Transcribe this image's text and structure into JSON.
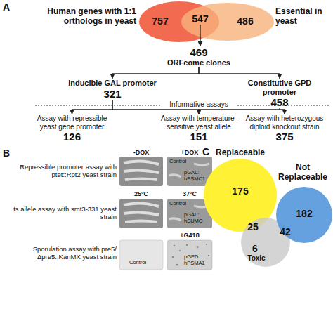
{
  "diagram": {
    "nodes": [
      {
        "text": [
          "Human genes with 1:1 orthologs in yeast",
          "757"
        ]
      },
      {
        "text": [
          "Essential in yeast",
          "486"
        ]
      },
      {
        "text": [
          "547"
        ]
      },
      {
        "text": [
          "469",
          "ORFeome clones"
        ]
      },
      {
        "text": [
          "Inducible GAL promoter",
          "321"
        ]
      },
      {
        "text": [
          "Constitutive GPD promoter",
          "458"
        ]
      },
      {
        "text": [
          "Assay with repressible yeast gene promoter",
          "126"
        ]
      },
      {
        "text": [
          "Assay with temperature-sensitive yeast allele",
          "151"
        ]
      },
      {
        "text": [
          "Assay with heterozygous diploid knockout strain",
          "375"
        ]
      },
      {
        "text": [
          "Replaceable",
          "175"
        ]
      },
      {
        "text": [
          "6",
          "Toxic"
        ]
      },
      {
        "text": [
          "Not Replaceable",
          "182"
        ]
      }
    ],
    "edges": [
      {
        "from": 2,
        "to": 3,
        "arrow": "to"
      },
      {
        "from": 3,
        "to": 4,
        "arrow": "to"
      },
      {
        "from": 3,
        "to": 5,
        "arrow": "to"
      },
      {
        "from": 4,
        "to": 6,
        "arrow": "to"
      },
      {
        "from": 4,
        "to": 7,
        "arrow": "to"
      },
      {
        "from": 5,
        "to": 7,
        "arrow": "to"
      },
      {
        "from": 5,
        "to": 8,
        "arrow": "to"
      }
    ],
    "labels": [
      "A",
      "Informative assays",
      "B",
      "-DOX",
      "+DOX",
      "Repressible promoter assay with ptet::Rpt2 yeast strain",
      "Control",
      "pGAL: hPSMC1",
      "25°C",
      "37°C",
      "ts allele assay with smt3-331 yeast strain",
      "Control",
      "pGAL: hSUMO",
      "+G418",
      "Sporulation assay with pre5/Δpre5::KanMX yeast strain",
      "Control",
      "pGPD: hPSMA1",
      "C",
      "25",
      "42"
    ]
  }
}
